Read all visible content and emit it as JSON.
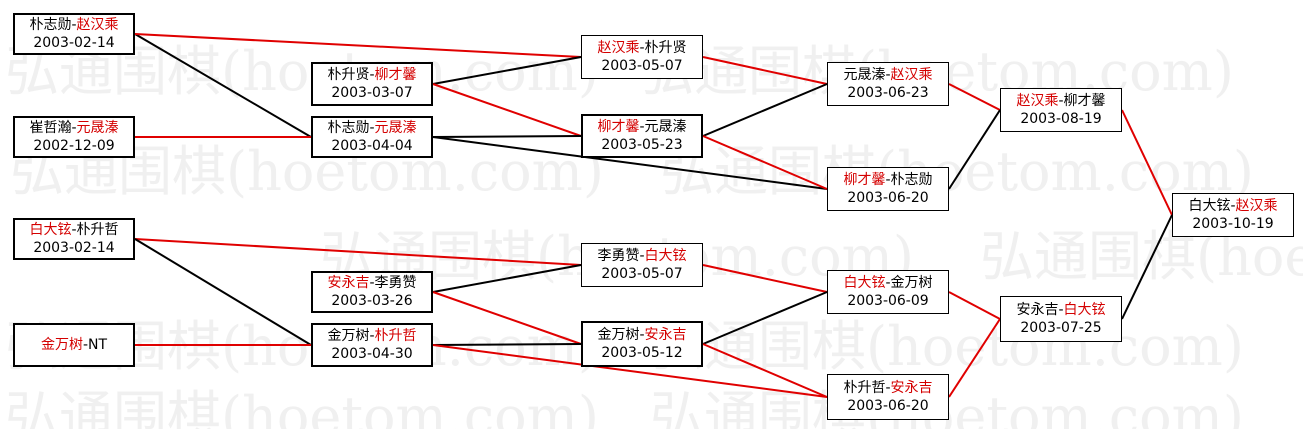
{
  "watermark": "弘通围棋(hoetom.com)",
  "colors": {
    "winner": "#d40000",
    "win_line": "#e00000",
    "lose_line": "#000000"
  },
  "matches": [
    {
      "id": "r1a",
      "p1": "朴志勋",
      "p2": "赵汉乘",
      "winner": 2,
      "date": "2003-02-14"
    },
    {
      "id": "r1b",
      "p1": "崔哲瀚",
      "p2": "元晟溱",
      "winner": 2,
      "date": "2002-12-09"
    },
    {
      "id": "r1c",
      "p1": "白大铉",
      "p2": "朴升哲",
      "winner": 1,
      "date": "2003-02-14"
    },
    {
      "id": "r1d",
      "p1": "金万树",
      "p2": "NT",
      "winner": 1,
      "date": ""
    },
    {
      "id": "r2a",
      "p1": "朴升贤",
      "p2": "柳才馨",
      "winner": 2,
      "date": "2003-03-07"
    },
    {
      "id": "r2b",
      "p1": "朴志勋",
      "p2": "元晟溱",
      "winner": 2,
      "date": "2003-04-04"
    },
    {
      "id": "r2c",
      "p1": "安永吉",
      "p2": "李勇赞",
      "winner": 1,
      "date": "2003-03-26"
    },
    {
      "id": "r2d",
      "p1": "金万树",
      "p2": "朴升哲",
      "winner": 2,
      "date": "2003-04-30"
    },
    {
      "id": "r3a",
      "p1": "赵汉乘",
      "p2": "朴升贤",
      "winner": 1,
      "date": "2003-05-07"
    },
    {
      "id": "r3b",
      "p1": "柳才馨",
      "p2": "元晟溱",
      "winner": 1,
      "date": "2003-05-23"
    },
    {
      "id": "r3c",
      "p1": "李勇赞",
      "p2": "白大铉",
      "winner": 2,
      "date": "2003-05-07"
    },
    {
      "id": "r3d",
      "p1": "金万树",
      "p2": "安永吉",
      "winner": 2,
      "date": "2003-05-12"
    },
    {
      "id": "r4a",
      "p1": "元晟溱",
      "p2": "赵汉乘",
      "winner": 2,
      "date": "2003-06-23"
    },
    {
      "id": "r4b",
      "p1": "柳才馨",
      "p2": "朴志勋",
      "winner": 1,
      "date": "2003-06-20"
    },
    {
      "id": "r4c",
      "p1": "白大铉",
      "p2": "金万树",
      "winner": 1,
      "date": "2003-06-09"
    },
    {
      "id": "r4d",
      "p1": "朴升哲",
      "p2": "安永吉",
      "winner": 2,
      "date": "2003-06-20"
    },
    {
      "id": "r5a",
      "p1": "赵汉乘",
      "p2": "柳才馨",
      "winner": 1,
      "date": "2003-08-19"
    },
    {
      "id": "r5b",
      "p1": "安永吉",
      "p2": "白大铉",
      "winner": 2,
      "date": "2003-07-25"
    },
    {
      "id": "r6",
      "p1": "白大铉",
      "p2": "赵汉乘",
      "winner": 2,
      "date": "2003-10-19"
    }
  ]
}
